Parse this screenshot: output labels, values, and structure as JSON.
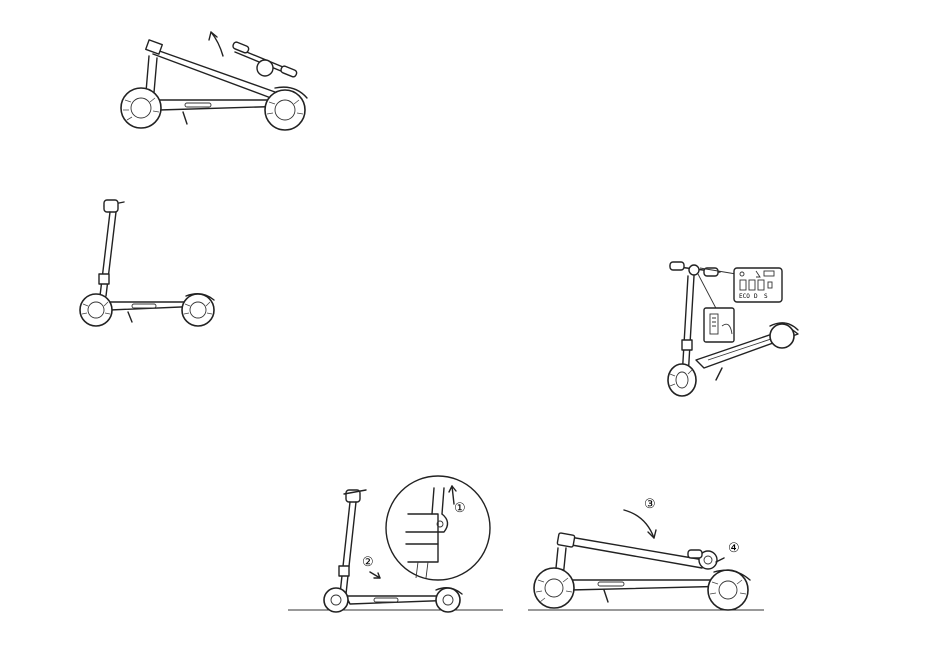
{
  "figures": {
    "folding_top": {
      "icon": "folding-arrow-icon"
    },
    "upright": {},
    "display": {
      "icons": [
        "headlight-icon",
        "bluetooth-icon",
        "battery-icon"
      ],
      "mode_labels": [
        "ECO",
        "D",
        "S"
      ]
    },
    "fold_step": {
      "callouts": [
        "①",
        "②"
      ]
    },
    "folded": {
      "callouts": [
        "③",
        "④"
      ]
    }
  },
  "colors": {
    "line": "#222222",
    "background": "#ffffff"
  }
}
